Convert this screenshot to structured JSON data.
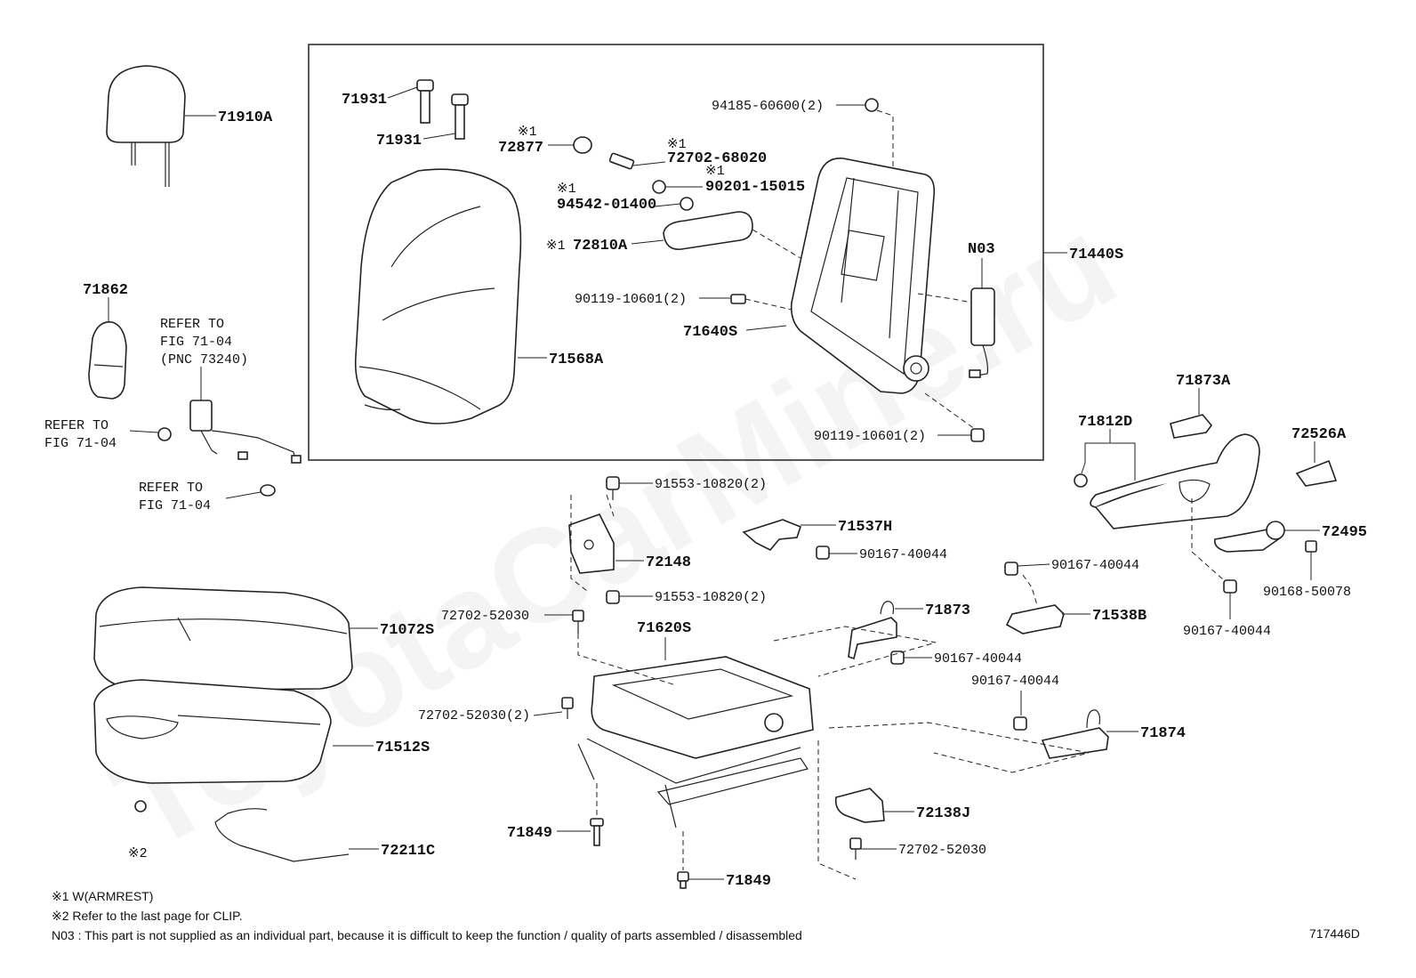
{
  "watermark": "ToyotaCarMine.ru",
  "diagram_id": "717446D",
  "notes": [
    "※1 W(ARMREST)",
    "※2 Refer to the last page for CLIP.",
    "N03 : This part is not supplied as an individual part, because it is difficult to keep the function / quality of parts assembled / disassembled"
  ],
  "refs": {
    "fig_a_1": "REFER TO",
    "fig_a_2": "FIG 71-04",
    "fig_a_3": "(PNC 73240)",
    "fig_b_1": "REFER TO",
    "fig_b_2": "FIG 71-04",
    "fig_c_1": "REFER TO",
    "fig_c_2": "FIG 71-04"
  },
  "marks": {
    "m1": "※1",
    "m2": "※1",
    "m3": "※1",
    "m4": "※1",
    "m5": "※1",
    "clip": "※2"
  },
  "labels": {
    "p71910A": "71910A",
    "p71931a": "71931",
    "p71931b": "71931",
    "p72877": "72877",
    "p72702_68020": "72702-68020",
    "p90201_15015": "90201-15015",
    "p94542_01400": "94542-01400",
    "p72810A": "72810A",
    "p94185_60600": "94185-60600(2)",
    "pN03": "N03",
    "p71440S": "71440S",
    "p90119_10601a": "90119-10601(2)",
    "p71640S": "71640S",
    "p71568A": "71568A",
    "p90119_10601b": "90119-10601(2)",
    "p71862": "71862",
    "p71873A": "71873A",
    "p71812D": "71812D",
    "p72526A": "72526A",
    "p72495": "72495",
    "p90168_50078": "90168-50078",
    "p90167_40044a": "90167-40044",
    "p90167_40044b": "90167-40044",
    "p90167_40044c": "90167-40044",
    "p90167_40044d": "90167-40044",
    "p90167_40044e": "90167-40044",
    "p91553_10820a": "91553-10820(2)",
    "p91553_10820b": "91553-10820(2)",
    "p71537H": "71537H",
    "p72148": "72148",
    "p72702_52030a": "72702-52030",
    "p71620S": "71620S",
    "p71873": "71873",
    "p71538B": "71538B",
    "p71874": "71874",
    "p71072S": "71072S",
    "p71512S": "71512S",
    "p72702_52030b": "72702-52030(2)",
    "p71849a": "71849",
    "p71849b": "71849",
    "p72138J": "72138J",
    "p72702_52030c": "72702-52030",
    "p72211C": "72211C"
  }
}
